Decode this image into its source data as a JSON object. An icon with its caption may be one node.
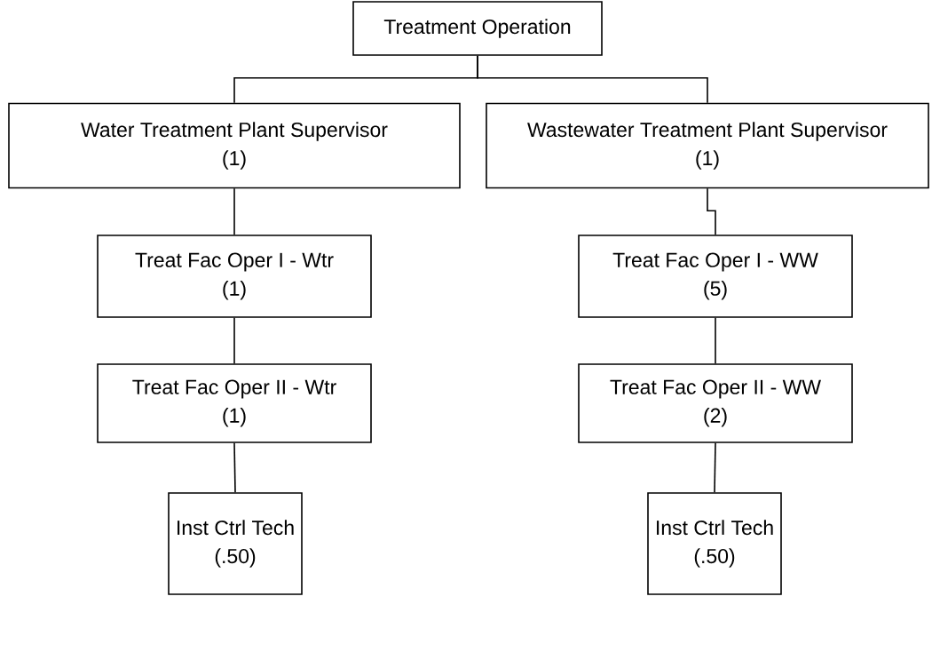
{
  "diagram": {
    "nodes": [
      {
        "text": [
          "Treatment Operation"
        ]
      },
      {
        "text": [
          "Water Treatment Plant Supervisor",
          "(1)"
        ]
      },
      {
        "text": [
          "Wastewater Treatment Plant Supervisor",
          "(1)"
        ]
      },
      {
        "text": [
          "Treat Fac Oper I - Wtr",
          "(1)"
        ]
      },
      {
        "text": [
          "Treat Fac Oper II - Wtr",
          "(1)"
        ]
      },
      {
        "text": [
          "Inst Ctrl Tech",
          "(.50)"
        ]
      },
      {
        "text": [
          "Treat Fac Oper I - WW",
          "(5)"
        ]
      },
      {
        "text": [
          "Treat Fac Oper II - WW",
          "(2)"
        ]
      },
      {
        "text": [
          "Inst Ctrl Tech",
          "(.50)"
        ]
      }
    ],
    "edges": [
      {
        "from": 0,
        "to": 1,
        "arrow": "none"
      },
      {
        "from": 0,
        "to": 2,
        "arrow": "none"
      },
      {
        "from": 1,
        "to": 3,
        "arrow": "none"
      },
      {
        "from": 3,
        "to": 4,
        "arrow": "none"
      },
      {
        "from": 4,
        "to": 5,
        "arrow": "none"
      },
      {
        "from": 2,
        "to": 6,
        "arrow": "none"
      },
      {
        "from": 6,
        "to": 7,
        "arrow": "none"
      },
      {
        "from": 7,
        "to": 8,
        "arrow": "none"
      }
    ]
  }
}
